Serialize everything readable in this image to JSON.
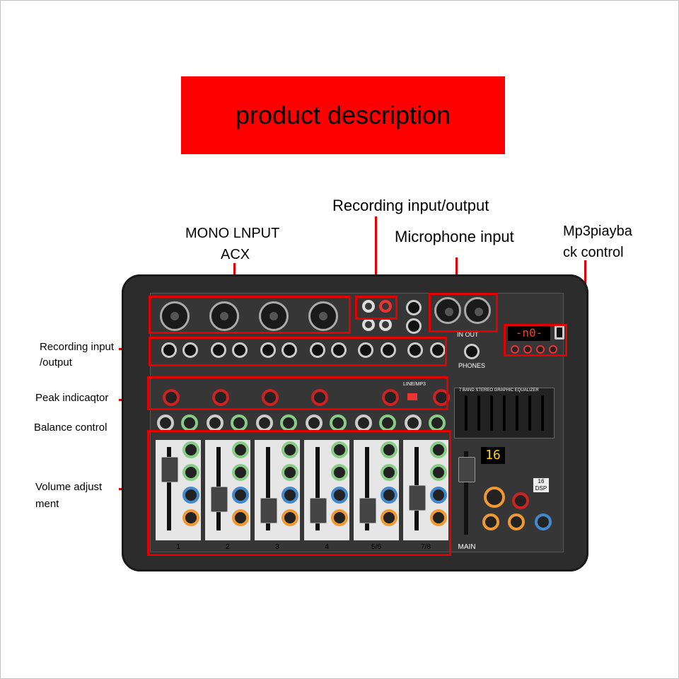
{
  "banner": {
    "title": "product description"
  },
  "callouts": {
    "recording_io_top": "Recording input/output",
    "mono_line1": "MONO LNPUT",
    "mono_line2": "ACX",
    "mic_input": "Microphone input",
    "mp3_line1": "Mp3piayba",
    "mp3_line2": "ck control",
    "recording_io_left_line1": "Recording input",
    "recording_io_left_line2": "/output",
    "peak": "Peak indicaqtor",
    "balance": "Balance control",
    "volume_line1": "Volume adjust",
    "volume_line2": "ment"
  },
  "mixer": {
    "channels": [
      "1",
      "2",
      "3",
      "4",
      "5/6",
      "7/8"
    ],
    "main_label": "MAIN",
    "display_channel": "16",
    "display_mp3": "-n0-",
    "dsp_badge_top": "16",
    "dsp_badge_bottom": "DSP",
    "eq_title": "7 BAND STEREO GRAPHIC EQUALIZER",
    "line_mp3": "LINE/MP3",
    "phones": "PHONES",
    "main_out": "IN OUT"
  },
  "colors": {
    "accent_red": "#e30000",
    "banner_red": "#ff0000",
    "panel": "#2c2c2c"
  }
}
